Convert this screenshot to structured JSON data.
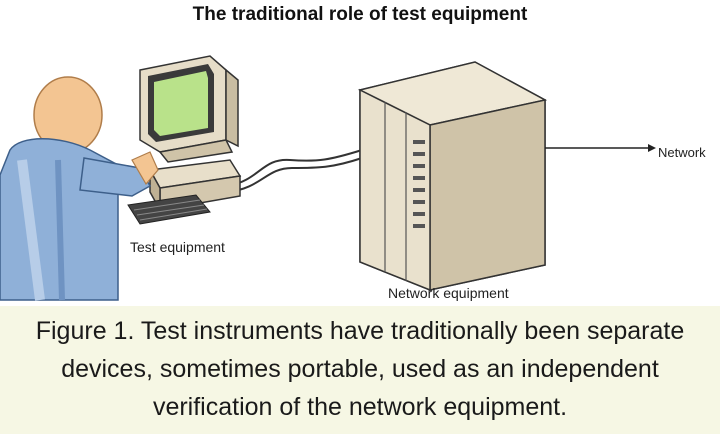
{
  "title": "The traditional role of test equipment",
  "labels": {
    "test_equipment": "Test equipment",
    "network_equipment": "Network equipment",
    "network": "Network"
  },
  "caption": "Figure 1. Test instruments have traditionally been separate devices, sometimes portable, used as an independent verification of the network equipment.",
  "colors": {
    "skin": "#f3c592",
    "shirt": "#8fb0d8",
    "monitor_screen": "#b9e28a",
    "device_beige": "#e6ddc8",
    "caption_bg": "#f6f7e4"
  },
  "icons": [
    "person-icon",
    "computer-icon",
    "server-cabinet-icon",
    "arrow-icon"
  ]
}
